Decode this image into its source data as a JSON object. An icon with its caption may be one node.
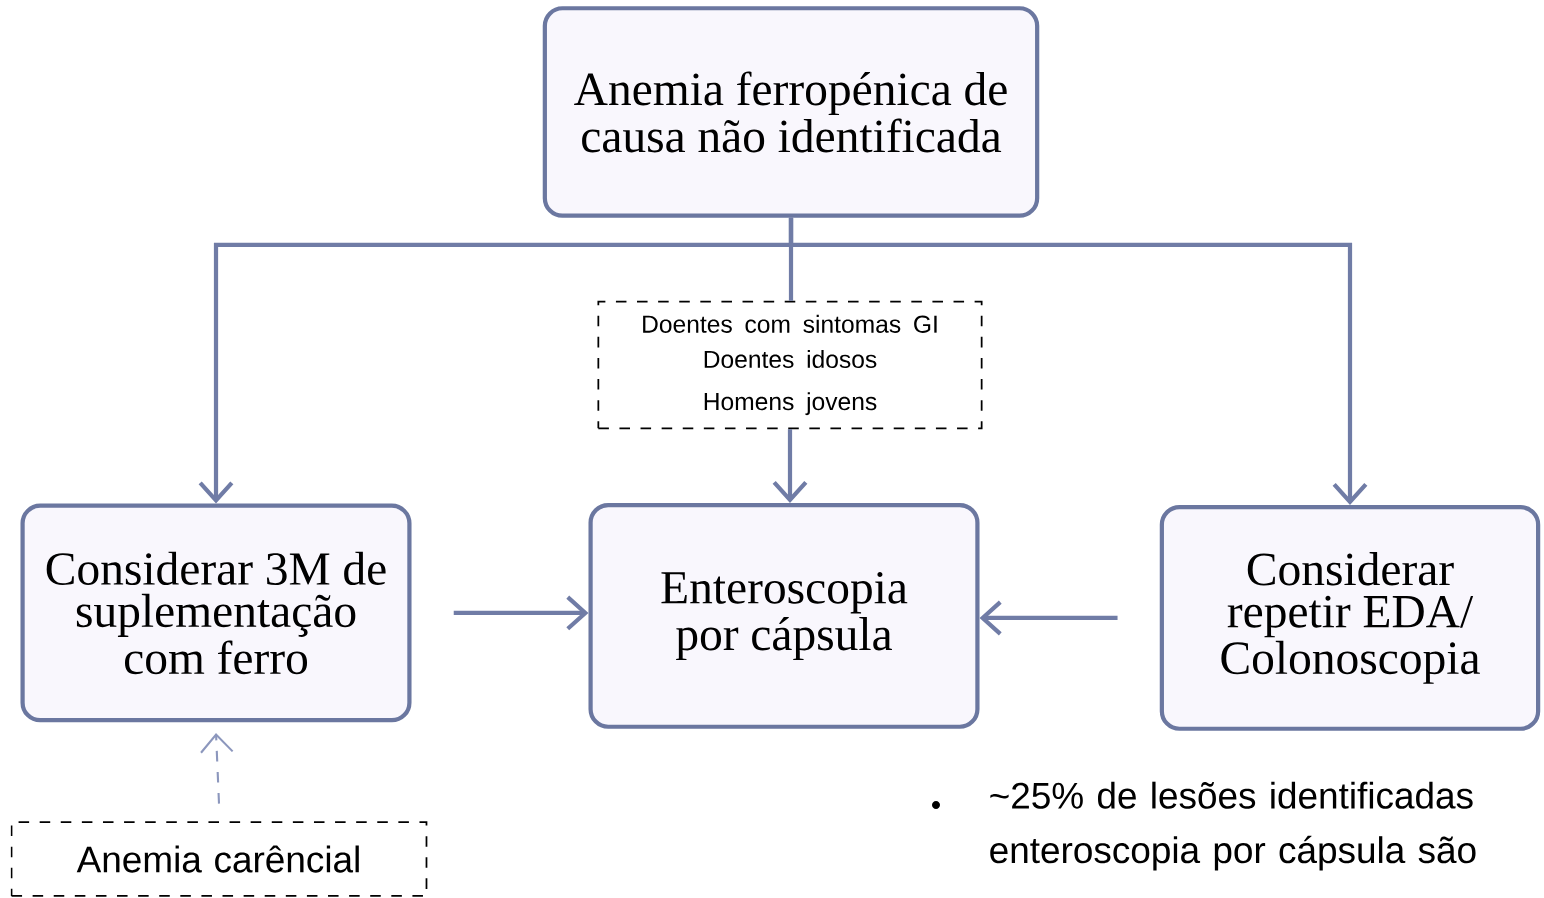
{
  "diagram": {
    "nodes": [
      {
        "text": [
          "Anemia ferropénica de causa não identificada"
        ]
      },
      {
        "text": [
          "Doentes com sintomas GI",
          "Doentes idosos",
          "Homens jovens"
        ]
      },
      {
        "text": [
          "Considerar 3M de suplementação com ferro"
        ]
      },
      {
        "text": [
          "Enteroscopia por cápsula"
        ]
      },
      {
        "text": [
          "Considerar repetir EDA/ Colonoscopia"
        ]
      },
      {
        "text": [
          "Anemia carêncial"
        ]
      }
    ],
    "edges": [
      {
        "from": 0,
        "to": 2,
        "arrow": "to"
      },
      {
        "from": 0,
        "to": 1,
        "arrow": "none"
      },
      {
        "from": 0,
        "to": 4,
        "arrow": "to"
      },
      {
        "from": 1,
        "to": 3,
        "arrow": "to"
      },
      {
        "from": 2,
        "to": 3,
        "arrow": "to"
      },
      {
        "from": 4,
        "to": 3,
        "arrow": "to"
      },
      {
        "from": 5,
        "to": 2,
        "arrow": "to",
        "style": "dashed",
        "color": "#8c97bd"
      }
    ],
    "labels": [
      "~25% de lesões identificadas enteroscopia por cápsula são"
    ]
  }
}
